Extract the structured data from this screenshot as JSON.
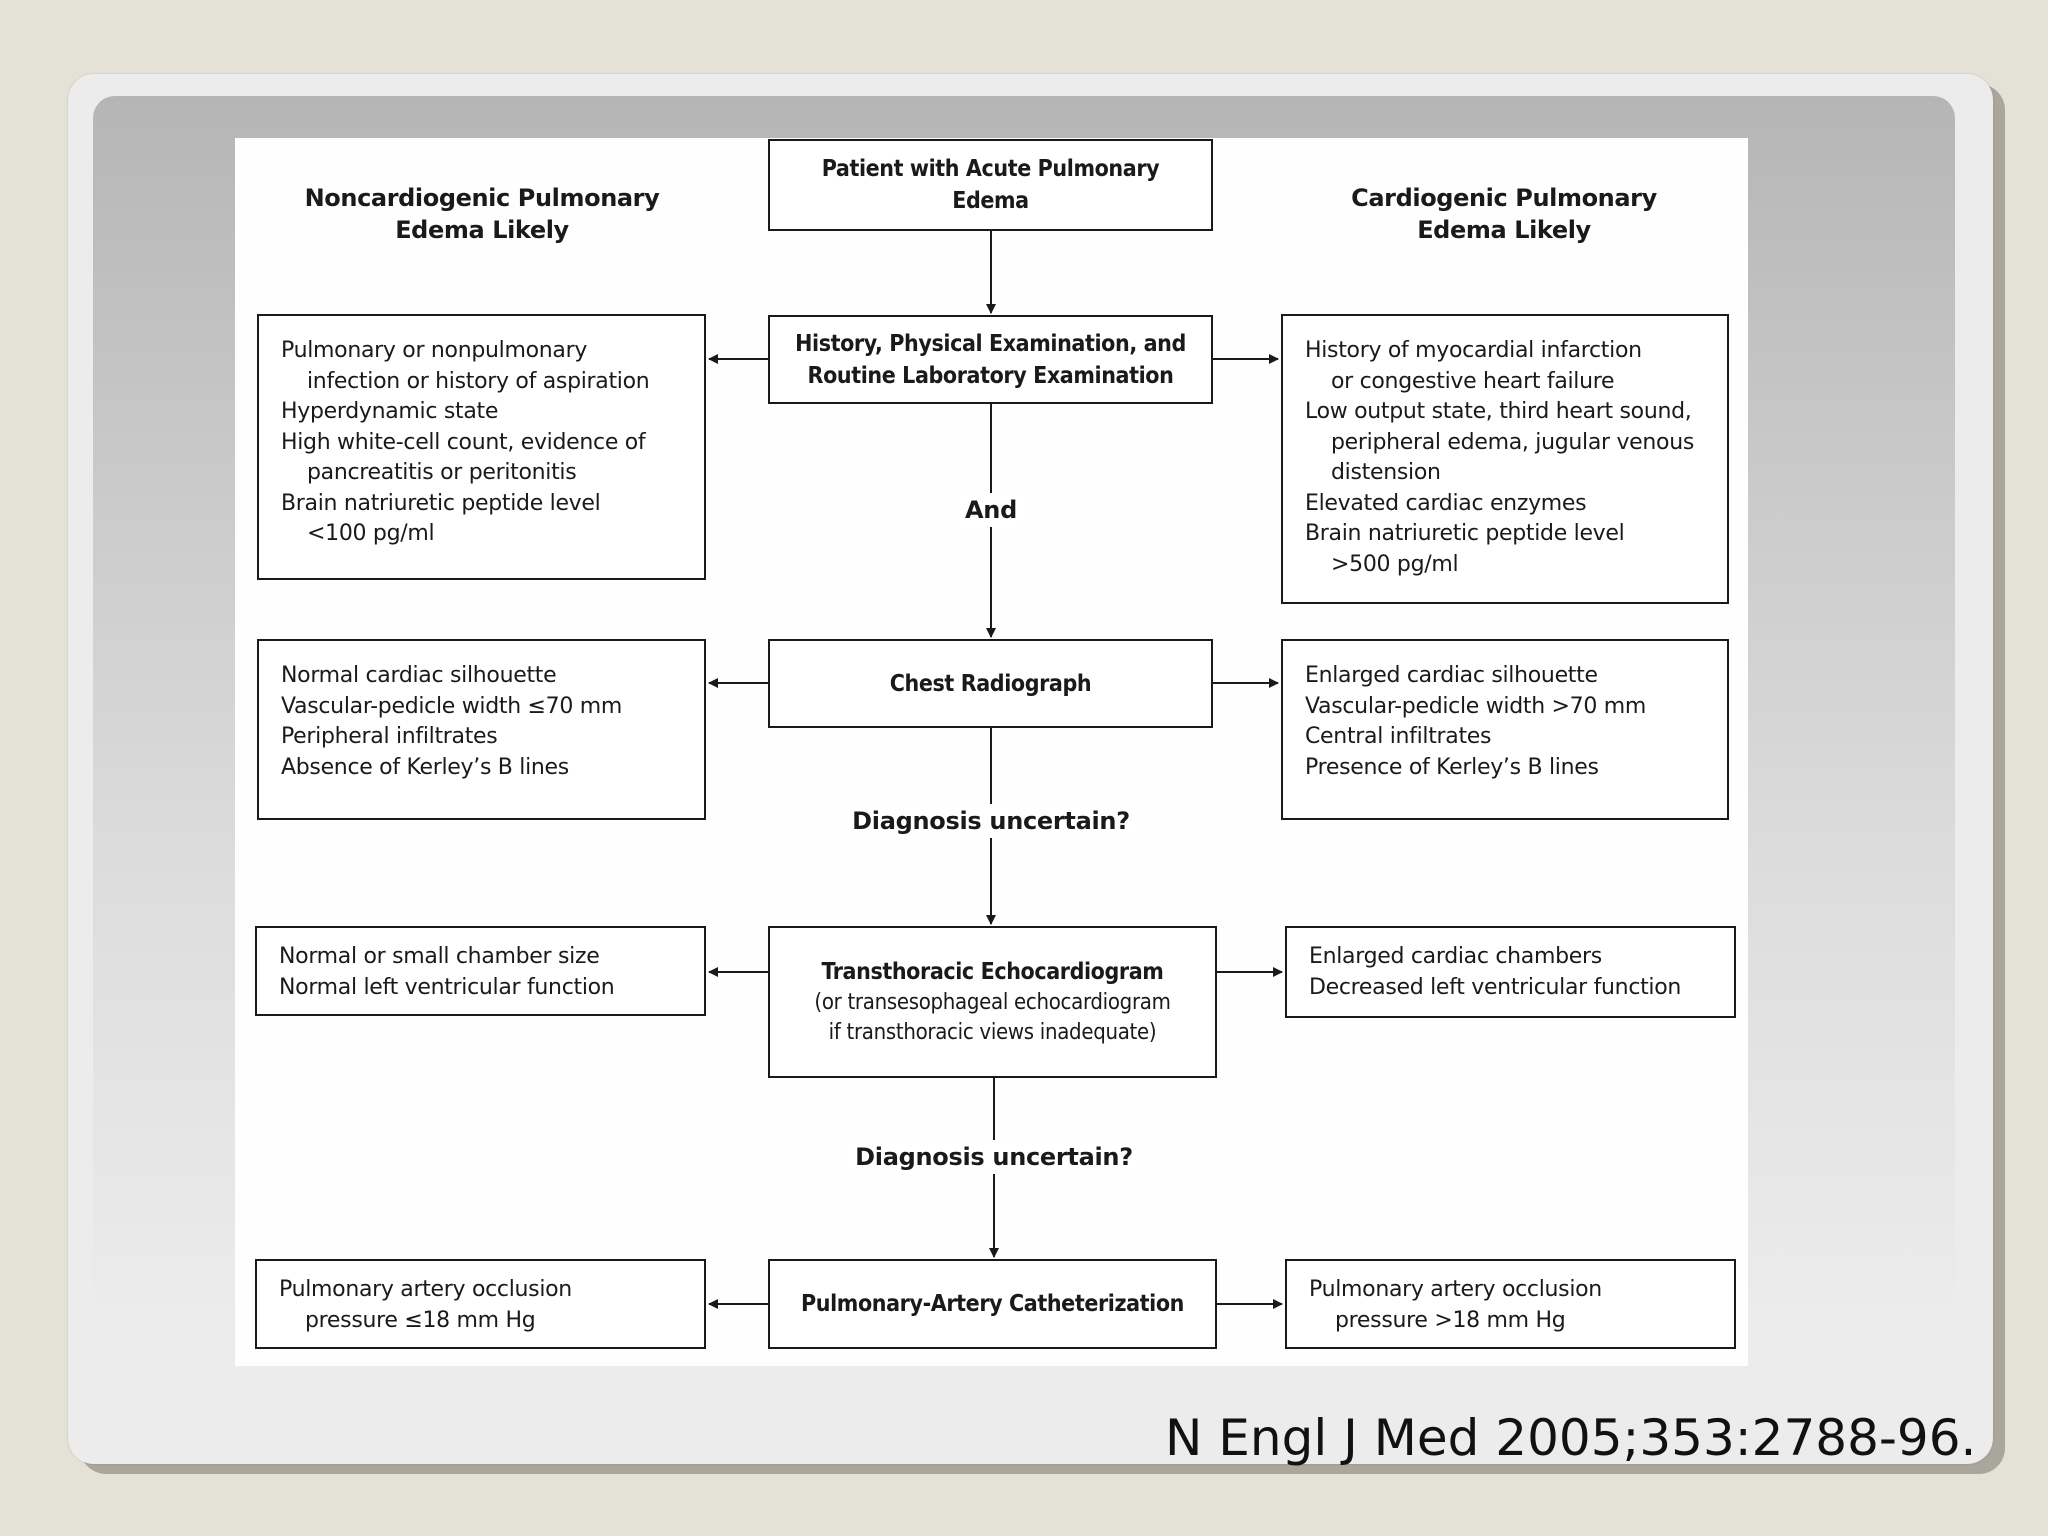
{
  "diagram": {
    "headings": {
      "left": [
        "Noncardiogenic Pulmonary",
        "Edema Likely"
      ],
      "right": [
        "Cardiogenic Pulmonary",
        "Edema Likely"
      ]
    },
    "center": {
      "start": {
        "title": [
          "Patient with Acute Pulmonary",
          "Edema"
        ]
      },
      "history": {
        "title": [
          "History, Physical Examination, and",
          "Routine Laboratory Examination"
        ]
      },
      "chest": {
        "title": [
          "Chest Radiograph"
        ]
      },
      "echo": {
        "title": [
          "Transthoracic Echocardiogram"
        ],
        "sub": [
          "(or transesophageal echocardiogram",
          "if transthoracic views inadequate)"
        ]
      },
      "cath": {
        "title": [
          "Pulmonary-Artery Catheterization"
        ]
      }
    },
    "connector_labels": {
      "and": "And",
      "uncertain_1": "Diagnosis uncertain?",
      "uncertain_2": "Diagnosis uncertain?"
    },
    "left_boxes": {
      "history": [
        [
          "Pulmonary or nonpulmonary",
          "infection or history of aspiration"
        ],
        [
          "Hyperdynamic state"
        ],
        [
          "High white-cell count, evidence of",
          "pancreatitis or peritonitis"
        ],
        [
          "Brain natriuretic peptide level",
          "<100 pg/ml"
        ]
      ],
      "chest": [
        [
          "Normal cardiac silhouette"
        ],
        [
          "Vascular-pedicle width ≤70 mm"
        ],
        [
          "Peripheral infiltrates"
        ],
        [
          "Absence of Kerley’s B lines"
        ]
      ],
      "echo": [
        [
          "Normal or small chamber size"
        ],
        [
          "Normal left ventricular function"
        ]
      ],
      "cath": [
        [
          "Pulmonary artery occlusion",
          "pressure ≤18 mm Hg"
        ]
      ]
    },
    "right_boxes": {
      "history": [
        [
          "History of myocardial infarction",
          "or congestive heart failure"
        ],
        [
          "Low output state, third heart sound,",
          "peripheral edema, jugular venous",
          "distension"
        ],
        [
          "Elevated cardiac enzymes"
        ],
        [
          "Brain natriuretic peptide level",
          ">500 pg/ml"
        ]
      ],
      "chest": [
        [
          "Enlarged cardiac silhouette"
        ],
        [
          "Vascular-pedicle width >70 mm"
        ],
        [
          "Central infiltrates"
        ],
        [
          "Presence of Kerley’s B lines"
        ]
      ],
      "echo": [
        [
          "Enlarged cardiac chambers"
        ],
        [
          "Decreased left ventricular function"
        ]
      ],
      "cath": [
        [
          "Pulmonary artery occlusion",
          "pressure >18 mm Hg"
        ]
      ]
    }
  },
  "citation": "N Engl J Med 2005;353:2788-96."
}
